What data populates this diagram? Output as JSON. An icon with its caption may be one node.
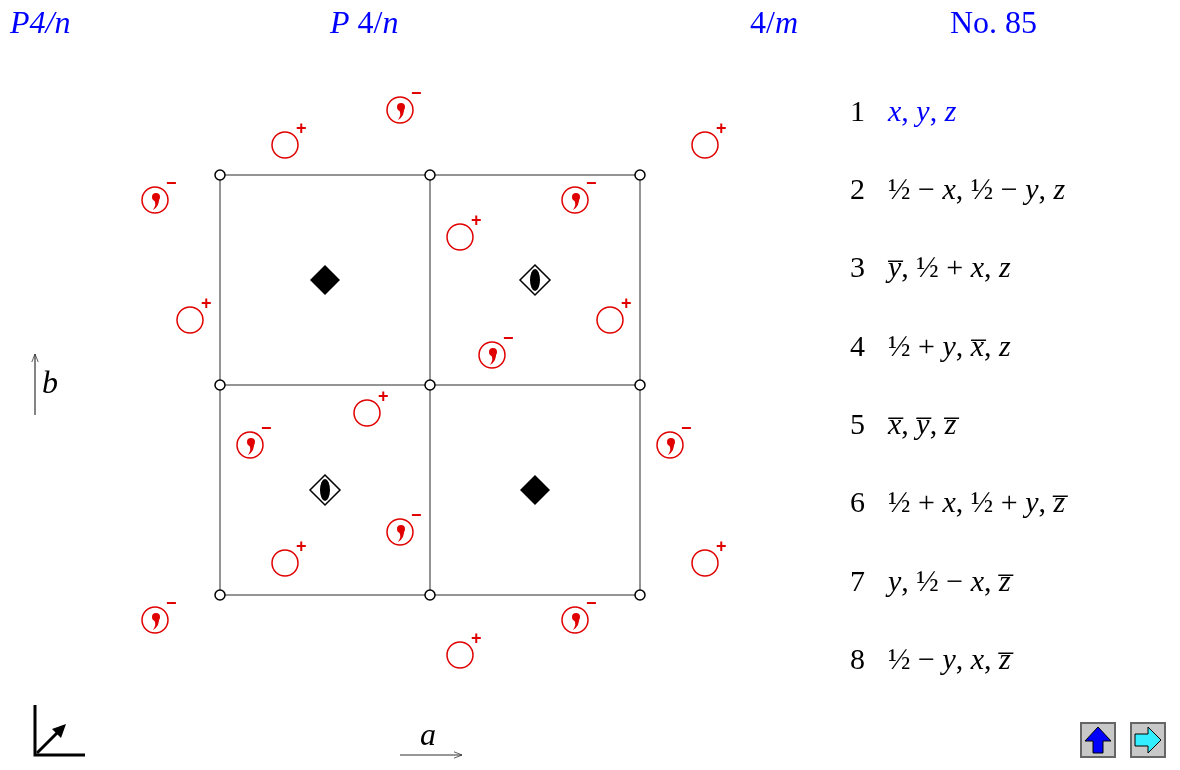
{
  "diagram": {
    "labels": [
      "P4/n",
      "*P* 4/*n*",
      "4/*m*",
      "No. 85",
      "−",
      "+",
      "+",
      "−",
      "−",
      "+",
      "+",
      "+",
      "−",
      "+",
      "−",
      "−",
      "−",
      "+",
      "+",
      "−",
      "−",
      "+",
      "*b*",
      "*a*",
      "1",
      "*x*, *y*, *z*",
      "2",
      "½ − *x*, ½ − *y*, *z*",
      "3",
      "*y̅*, ½ + *x*, *z*",
      "4",
      "½ + *y*, *x̅*, *z*",
      "5",
      "*x̅*, *y̅*, *z̅*",
      "6",
      "½ + *x*, ½ + *y*, *z̅*",
      "7",
      "*y*, ½ − *x*, *z̅*",
      "8",
      "½ − *y*, *x*, *z̅*"
    ]
  }
}
